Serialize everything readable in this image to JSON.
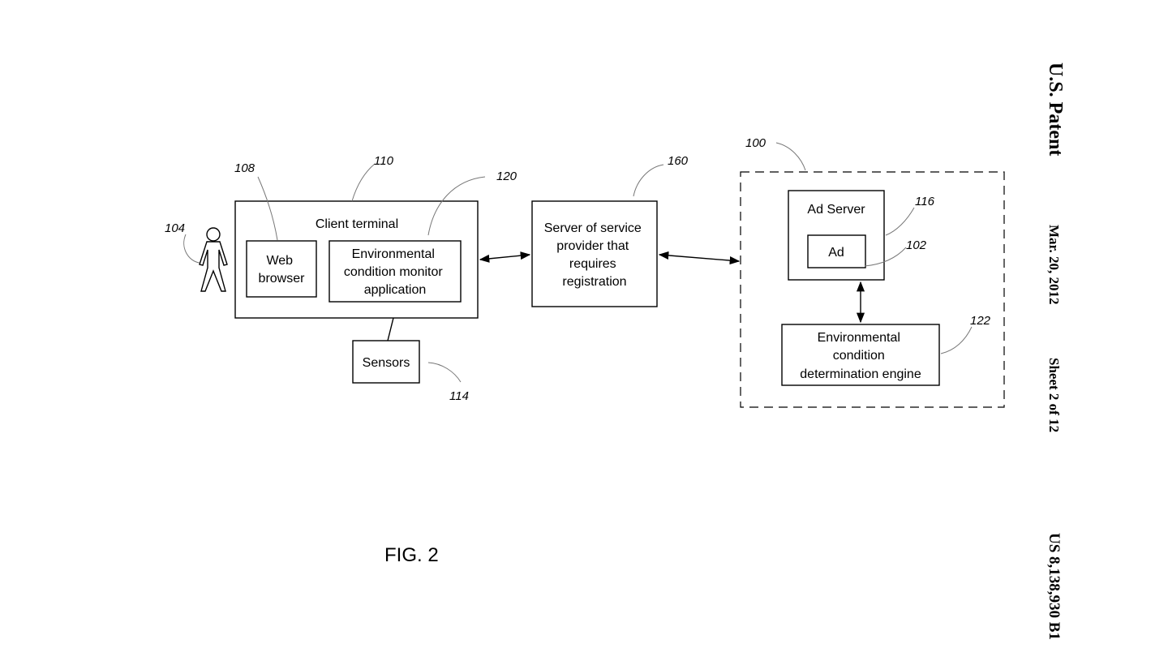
{
  "header": {
    "title": "U.S. Patent",
    "date": "Mar. 20, 2012",
    "sheet": "Sheet 2 of 12",
    "number": "US 8,138,930 B1"
  },
  "figure": {
    "caption": "FIG. 2"
  },
  "refs": {
    "r100": "100",
    "r102": "102",
    "r104": "104",
    "r108": "108",
    "r110": "110",
    "r114": "114",
    "r116": "116",
    "r120": "120",
    "r122": "122",
    "r160": "160"
  },
  "boxes": {
    "client_terminal": "Client terminal",
    "web_browser": [
      "Web",
      "browser"
    ],
    "env_monitor": [
      "Environmental",
      "condition monitor",
      "application"
    ],
    "sensors": "Sensors",
    "server": [
      "Server of service",
      "provider that",
      "requires",
      "registration"
    ],
    "ad_server": "Ad Server",
    "ad": "Ad",
    "engine": [
      "Environmental",
      "condition",
      "determination engine"
    ]
  },
  "colors": {
    "line": "#000000",
    "leader": "#777777",
    "background": "#ffffff"
  }
}
